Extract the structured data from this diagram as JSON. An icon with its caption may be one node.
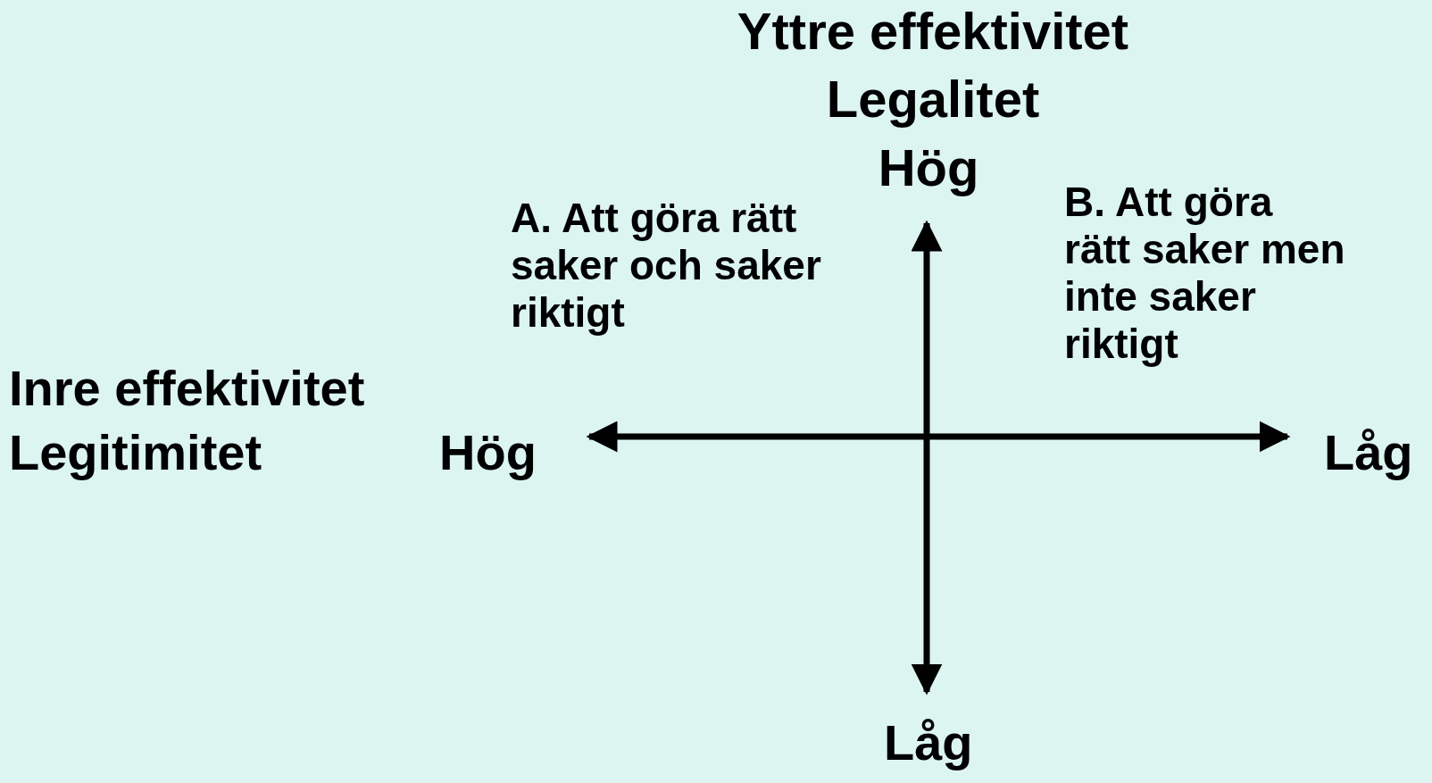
{
  "diagram": {
    "labels": [
      "Yttre effektivitet",
      "Legalitet",
      "Hög",
      "A. Att göra rätt saker och saker riktigt",
      "B. Att göra rätt saker men inte saker riktigt",
      "Inre effektivitet",
      "Legitimitet",
      "Hög",
      "Låg",
      "Låg"
    ]
  }
}
